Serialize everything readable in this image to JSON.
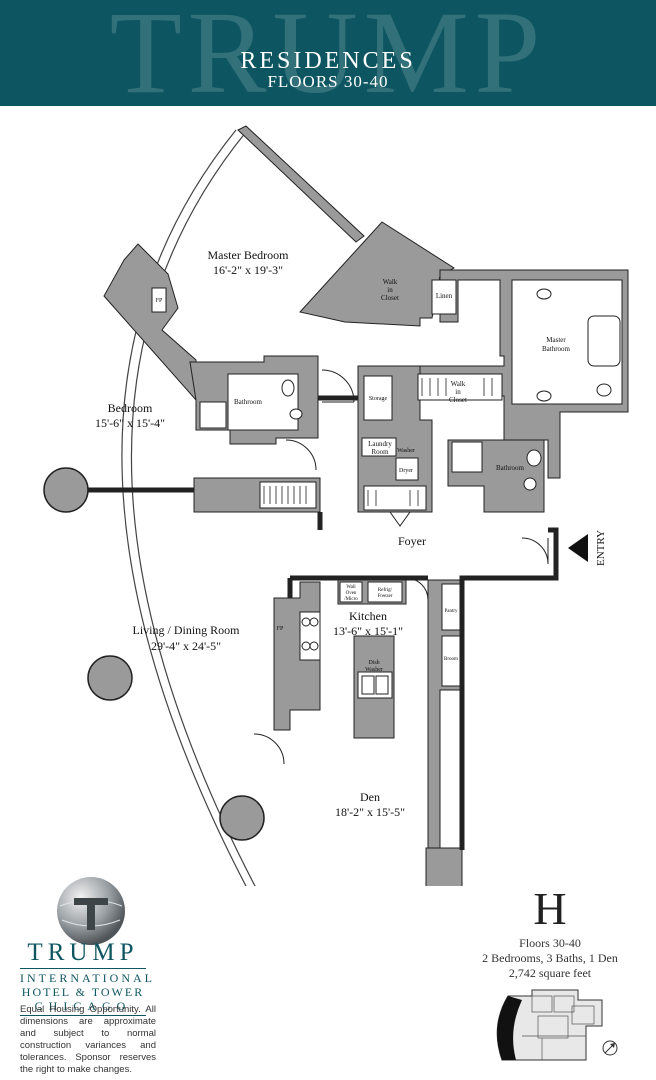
{
  "header": {
    "watermark": "TRUMP",
    "title": "RESIDENCES",
    "subtitle": "FLOORS 30-40"
  },
  "plan": {
    "rooms": {
      "master_bedroom": {
        "name": "Master Bedroom",
        "size": "16'-2\" x 19'-3\""
      },
      "bedroom": {
        "name": "Bedroom",
        "size": "15'-6\" x 15'-4\""
      },
      "living": {
        "name": "Living / Dining Room",
        "size": "29'-4\" x 24'-5\""
      },
      "kitchen": {
        "name": "Kitchen",
        "size": "13'-6\" x 15'-1\""
      },
      "den": {
        "name": "Den",
        "size": "18'-2\" x 15'-5\""
      },
      "foyer": {
        "name": "Foyer"
      }
    },
    "small_labels": {
      "walk_in_closet_1": [
        "Walk",
        "in",
        "Closet"
      ],
      "walk_in_closet_2": [
        "Walk",
        "in",
        "Closet"
      ],
      "linen": "Linen",
      "master_bath": [
        "Master",
        "Bathroom"
      ],
      "bathroom_1": "Bathroom",
      "bathroom_2": "Bathroom",
      "storage": "Storage",
      "laundry": [
        "Laundry",
        "Room"
      ],
      "washer": "Washer",
      "dryer": "Dryer",
      "fp": "FP",
      "fp2": "FP",
      "wall_oven": [
        "Wall",
        "Oven",
        "/Micro"
      ],
      "ref_freezer": [
        "Refrig/",
        "Freezer"
      ],
      "pantry": "Pantry",
      "broom": "Broom",
      "dishwasher": [
        "Dish",
        "Washer"
      ]
    },
    "entry": "ENTRY"
  },
  "branding": {
    "line1": "TRUMP",
    "line2": "INTERNATIONAL",
    "line3": "HOTEL & TOWER",
    "line4": "CHICAGO"
  },
  "disclaimer": "Equal Housing Opportunity. All dimensions are approximate and subject to normal construction variances and tolerances. Sponsor reserves the right to make changes.",
  "unit": {
    "letter": "H",
    "floors": "Floors 30-40",
    "rooms": "2 Bedrooms, 3 Baths, 1 Den",
    "area": "2,742 square feet"
  },
  "colors": {
    "header": "#0d5661",
    "wall": "#9a9a9a",
    "wall_stroke": "#222222"
  }
}
